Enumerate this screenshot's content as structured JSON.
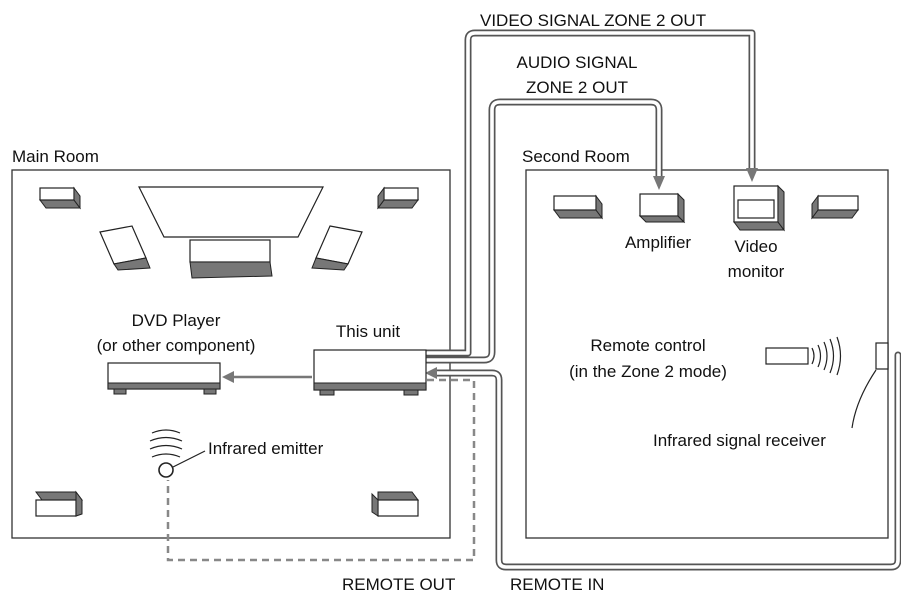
{
  "labels": {
    "video_signal": "VIDEO SIGNAL ZONE 2 OUT",
    "audio_signal_line1": "AUDIO SIGNAL",
    "audio_signal_line2": "ZONE 2 OUT",
    "main_room": "Main Room",
    "second_room": "Second Room",
    "amplifier": "Amplifier",
    "video_monitor_line1": "Video",
    "video_monitor_line2": "monitor",
    "dvd_player_line1": "DVD Player",
    "dvd_player_line2": "(or other component)",
    "this_unit": "This unit",
    "remote_control_line1": "Remote control",
    "remote_control_line2": "(in the Zone 2 mode)",
    "infrared_emitter": "Infrared emitter",
    "infrared_receiver": "Infrared signal receiver",
    "remote_out": "REMOTE OUT",
    "remote_in": "REMOTE IN"
  },
  "colors": {
    "cable": "#555555",
    "speaker_side": "#777777",
    "arrow": "#777777"
  }
}
